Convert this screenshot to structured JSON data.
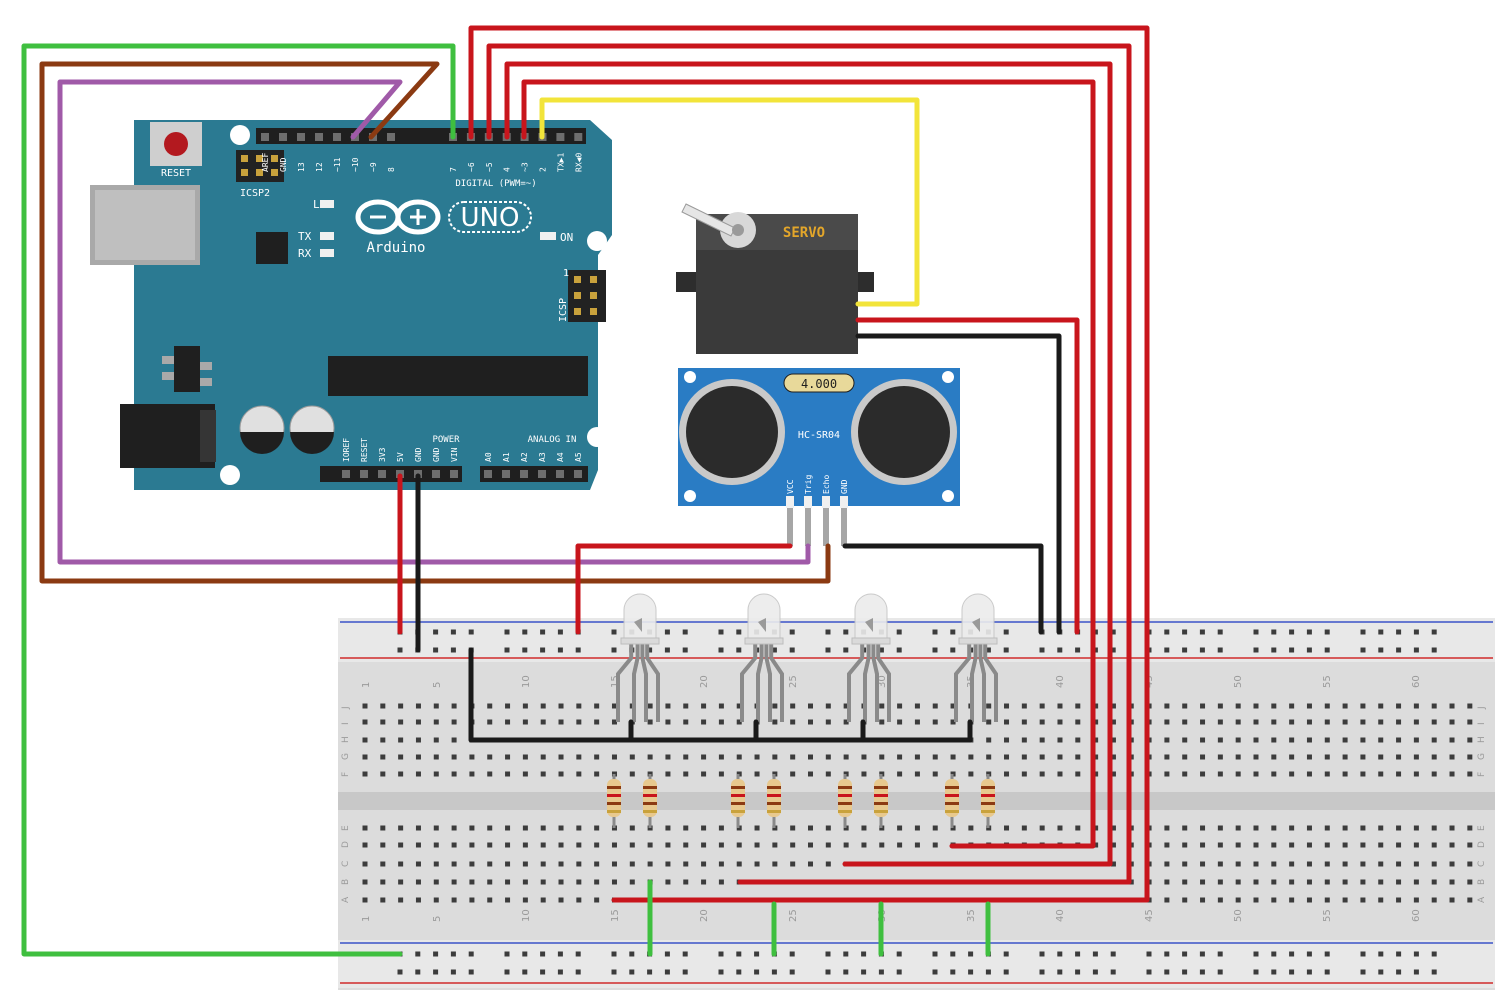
{
  "arduino": {
    "reset_label": "RESET",
    "icsp2_label": "ICSP2",
    "icsp_label": "ICSP",
    "digital_label": "DIGITAL (PWM=~)",
    "uno_label": "UNO",
    "brand_label": "Arduino",
    "l_label": "L",
    "tx_label": "TX",
    "rx_label": "RX",
    "on_label": "ON",
    "icsp_pin1": "1",
    "power_label": "POWER",
    "analog_label": "ANALOG IN",
    "digital_pins": [
      "AREF",
      "GND",
      "13",
      "12",
      "~11",
      "~10",
      "~9",
      "8",
      "7",
      "~6",
      "~5",
      "4",
      "~3",
      "2",
      "TX▶1",
      "RX◀0"
    ],
    "power_pins": [
      "IOREF",
      "RESET",
      "3V3",
      "5V",
      "GND",
      "GND",
      "VIN"
    ],
    "analog_pins": [
      "A0",
      "A1",
      "A2",
      "A3",
      "A4",
      "A5"
    ],
    "board_color": "#2b7a92"
  },
  "servo": {
    "label": "SERVO",
    "body_color": "#3a3a3a"
  },
  "sensor": {
    "display": "4.000",
    "model": "HC-SR04",
    "pins": [
      "VCC",
      "Trig",
      "Echo",
      "GND"
    ],
    "board_color": "#2a7cc4"
  },
  "breadboard": {
    "column_numbers": [
      "1",
      "5",
      "10",
      "15",
      "20",
      "25",
      "30",
      "35",
      "40",
      "45",
      "50",
      "55",
      "60"
    ],
    "row_letters_top": [
      "J",
      "I",
      "H",
      "G",
      "F"
    ],
    "row_letters_bottom": [
      "E",
      "D",
      "C",
      "B",
      "A"
    ]
  },
  "wire_colors": {
    "red": "#c8151c",
    "dark_red": "#8b0a10",
    "black": "#1a1a1a",
    "green": "#3fbf3f",
    "yellow": "#f2e43a",
    "purple": "#a05aa8",
    "brown": "#8b3a12"
  }
}
